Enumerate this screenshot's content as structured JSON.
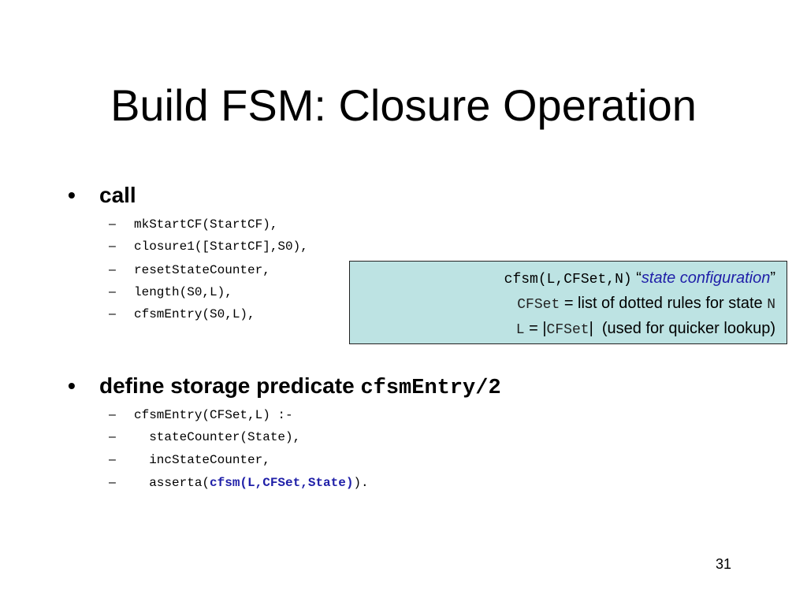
{
  "slide": {
    "title": "Build FSM: Closure Operation",
    "page_number": "31"
  },
  "bullets": [
    {
      "marker": "•",
      "text": "call",
      "items": [
        "mkStartCF(StartCF),",
        "closure1([StartCF],S0),",
        "resetStateCounter,",
        "length(S0,L),",
        "cfsmEntry(S0,L),"
      ]
    },
    {
      "marker": "•",
      "text": "define storage predicate ",
      "code": "cfsmEntry/2",
      "items": [
        "cfsmEntry(CFSet,L) :-",
        "  stateCounter(State),",
        "  incStateCounter,",
        "  asserta("
      ],
      "assert_arg": "cfsm(L,CFSet,State)",
      "assert_tail": ")."
    }
  ],
  "dash": "–",
  "callout": {
    "line1_code": "cfsm(L,CFSet,N)",
    "line1_open_quote": " “",
    "line1_italic": "state configuration",
    "line1_close_quote": "”",
    "line2_code": "CFSet",
    "line2_text": " = list of dotted rules for state ",
    "line2_var": "N",
    "line3_code_l": "L",
    "line3_eq": " = |",
    "line3_code_set": "CFSet",
    "line3_bar": "|",
    "line3_text": "  (used for quicker lookup)"
  },
  "colors": {
    "callout_background": "#bde3e3",
    "keyword_blue": "#1f1fa8"
  }
}
